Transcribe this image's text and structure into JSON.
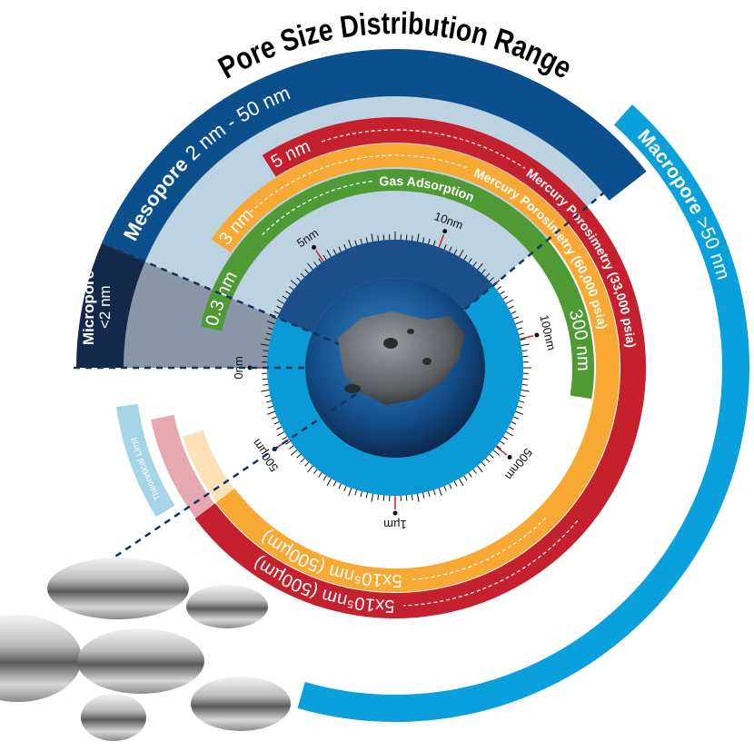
{
  "title": "Pore Size Distribution Range",
  "mesopore": {
    "name": "Mesopore",
    "range": "2 nm - 50 nm"
  },
  "micropore": {
    "name": "Micropore",
    "range": "<2 nm"
  },
  "macropore": {
    "name": "Macropore",
    "range": ">50 nm"
  },
  "mercury_33000": {
    "min": "5 nm",
    "label": "Mercury Porosimetry (33,000 psia)",
    "max": "5x10⁵nm (500µm)"
  },
  "mercury_60000": {
    "min": "3 nm",
    "label": "Mercury Porosimetry (60,000 psia)",
    "max": "5x10⁵nm (500µm)"
  },
  "gas_adsorption": {
    "min": "0.3 nm",
    "label": "Gas Adsorption",
    "max": "300 nm"
  },
  "theoretical_limit": "Theoretical Limit",
  "scale": {
    "labels": [
      "0nm",
      "5nm",
      "10nm",
      "100nm",
      "500nm",
      "1µm",
      "500µm"
    ]
  },
  "colors": {
    "mesopore_band": "#0b4f8c",
    "mesopore_fill": "#bed3e2",
    "micropore_band": "#12294a",
    "micropore_fill": "#8a97a8",
    "macropore": "#0aa0dc",
    "mercury_33000": "#c4202e",
    "mercury_60000": "#f7a933",
    "gas_adsorption": "#4f9a35",
    "scale_ring": "#0a9ad6"
  }
}
